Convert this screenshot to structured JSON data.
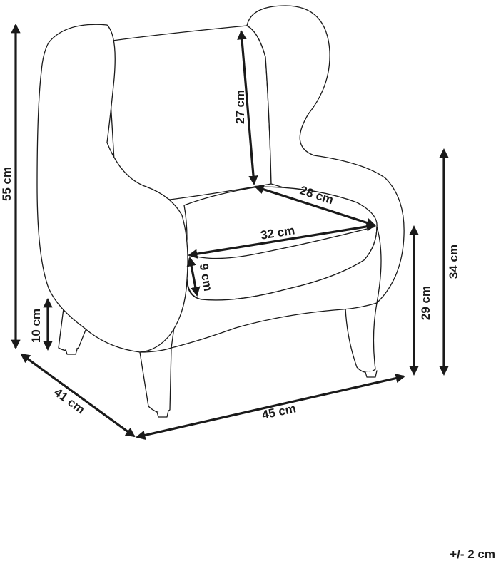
{
  "dimensions": {
    "total_height": "55 cm",
    "backrest_height": "27 cm",
    "seat_depth": "28 cm",
    "seat_width": "32 cm",
    "cushion_thickness": "9 cm",
    "leg_height": "10 cm",
    "depth": "41 cm",
    "width": "45 cm",
    "seat_height": "29 cm",
    "armrest_height": "34 cm"
  },
  "tolerance": "+/- 2 cm"
}
